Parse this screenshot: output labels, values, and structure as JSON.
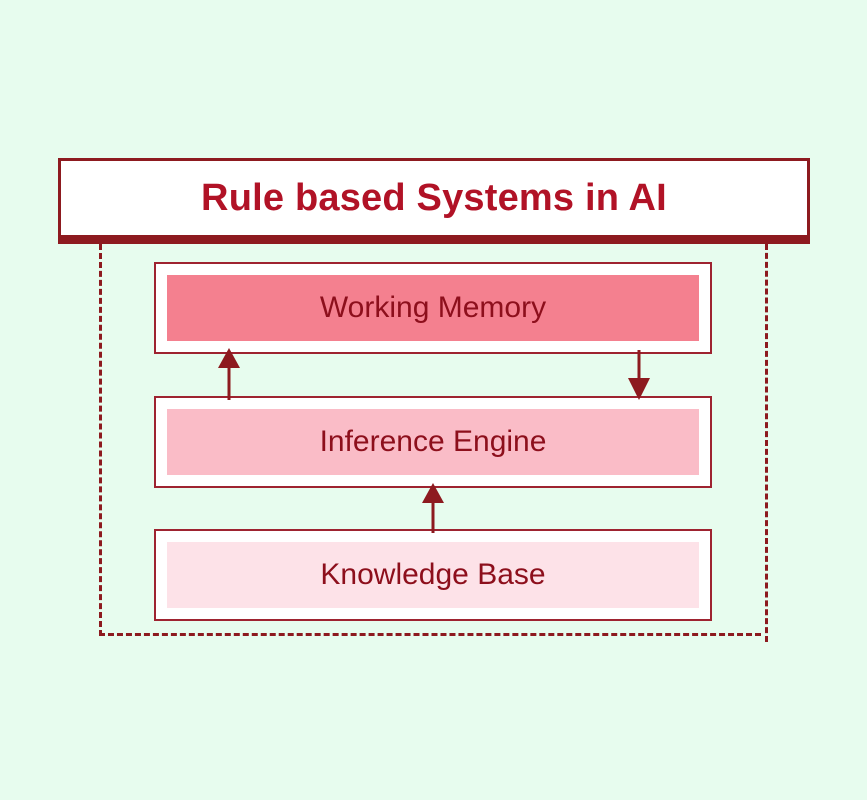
{
  "diagram": {
    "title": "Rule based Systems in AI",
    "background_color": "#e7fcee",
    "accent_color": "#8d1a1f",
    "title_text_color": "#b11226",
    "layers": [
      {
        "label": "Working Memory",
        "fill_color": "#f4808f",
        "name": "working-memory"
      },
      {
        "label": "Inference Engine",
        "fill_color": "#fabcc7",
        "name": "inference-engine"
      },
      {
        "label": "Knowledge Base",
        "fill_color": "#fde2e8",
        "name": "knowledge-base"
      }
    ],
    "connectors": [
      {
        "name": "inference-to-working-memory",
        "direction": "up"
      },
      {
        "name": "working-memory-to-inference",
        "direction": "down"
      },
      {
        "name": "knowledge-base-to-inference",
        "direction": "up"
      }
    ]
  }
}
